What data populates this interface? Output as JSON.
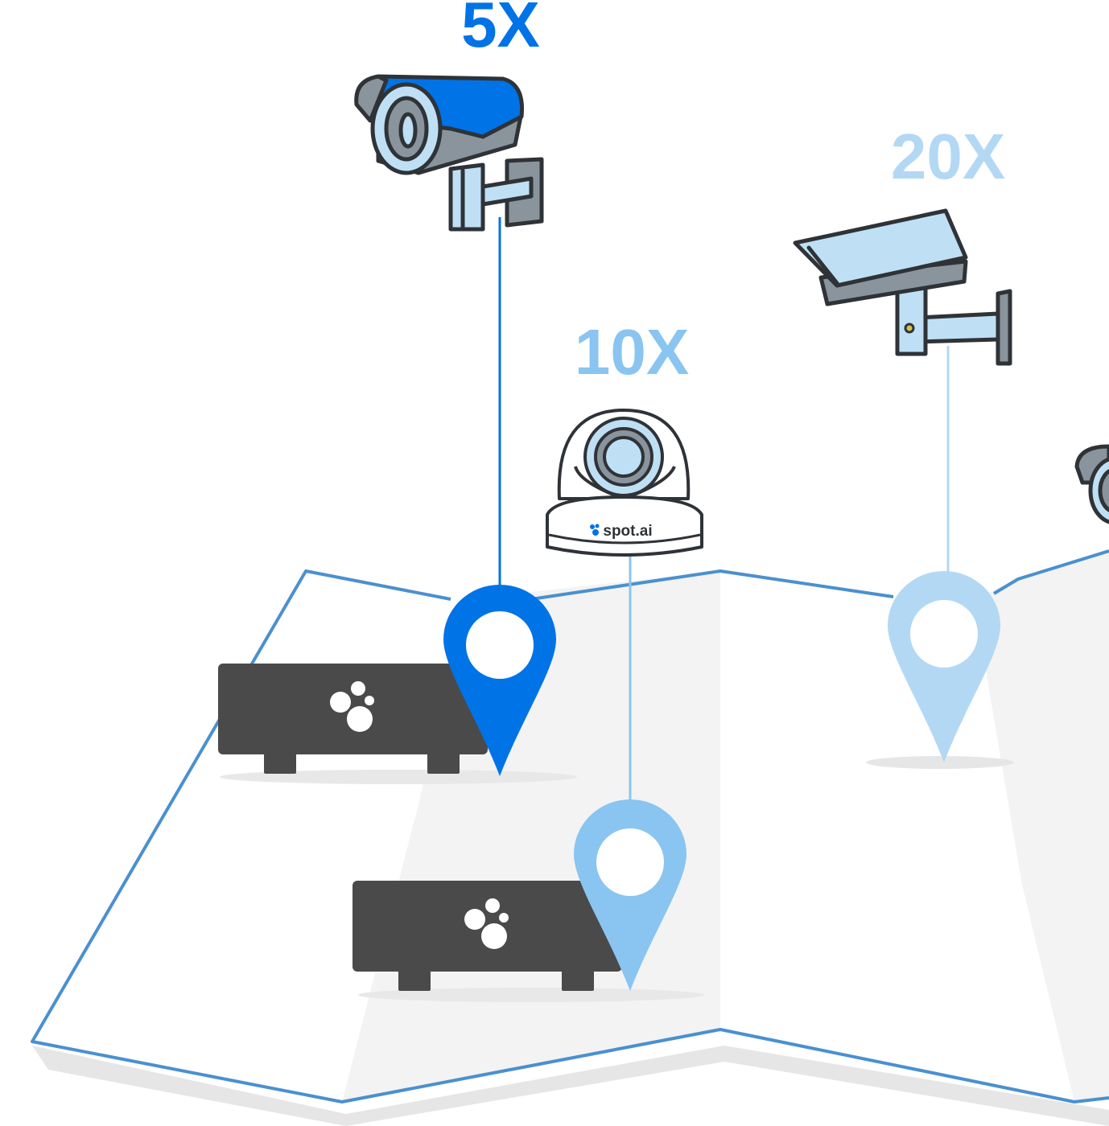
{
  "labels": {
    "zoom_5x": "5X",
    "zoom_10x": "10X",
    "zoom_20x": "20X",
    "dome_brand": "spot.ai"
  },
  "colors": {
    "primary_blue": "#0073e6",
    "mid_blue": "#89c5f0",
    "light_blue": "#b3d8f4",
    "map_line": "#4a90d0",
    "device_dark": "#4a4a4a",
    "camera_gray": "#8a949c",
    "camera_light": "#bfe0f4",
    "outline": "#2f3337"
  },
  "icons": {
    "bullet_camera_5x": "bullet-camera-icon",
    "dome_camera_10x": "dome-camera-icon",
    "box_camera_20x": "box-camera-icon",
    "recorder": "spot-ai-appliance-icon",
    "pin": "location-pin-icon"
  }
}
